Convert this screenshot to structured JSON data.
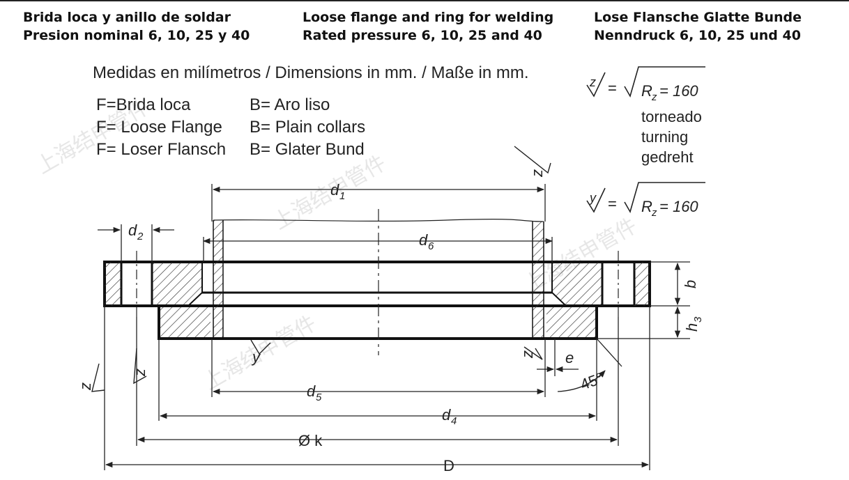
{
  "header": {
    "es": {
      "line1": "Brida loca y anillo de soldar",
      "line2": "Presion nominal 6, 10, 25 y 40"
    },
    "en": {
      "line1": "Loose flange and ring for welding",
      "line2": "Rated pressure 6, 10, 25 and 40"
    },
    "de": {
      "line1": "Lose Flansche Glatte Bunde",
      "line2": "Nenndruck 6, 10, 25 und 40"
    }
  },
  "units_note": "Medidas en milímetros / Dimensions in mm. / Maße in mm.",
  "legend": {
    "f_es": "F=Brida loca",
    "b_es": "B= Aro liso",
    "f_en": "F= Loose Flange",
    "b_en": "B= Plain collars",
    "f_de": "F= Loser Flansch",
    "b_de": "B= Glater Bund"
  },
  "roughness": {
    "z_symbol": "z",
    "z_value": "= √R",
    "z_sub": "z",
    "z_num": "= 160",
    "z_note_es": "torneado",
    "z_note_en": "turning",
    "z_note_de": "gedreht",
    "y_symbol": "y",
    "y_value": "= √R",
    "y_sub": "z",
    "y_num": "= 160"
  },
  "dimensions": {
    "d1": "d",
    "d1_sub": "1",
    "d2": "d",
    "d2_sub": "2",
    "d6": "d",
    "d6_sub": "6",
    "d5": "d",
    "d5_sub": "5",
    "d4": "d",
    "d4_sub": "4",
    "k": "Ø k",
    "D": "D",
    "b": "b",
    "h3": "h",
    "h3_sub": "3",
    "e": "e",
    "angle": "45°",
    "z": "z",
    "y": "y"
  },
  "watermark": "上海结申管件",
  "colors": {
    "line": "#222222",
    "hatch": "#333333",
    "watermark": "#e4e4e4"
  }
}
